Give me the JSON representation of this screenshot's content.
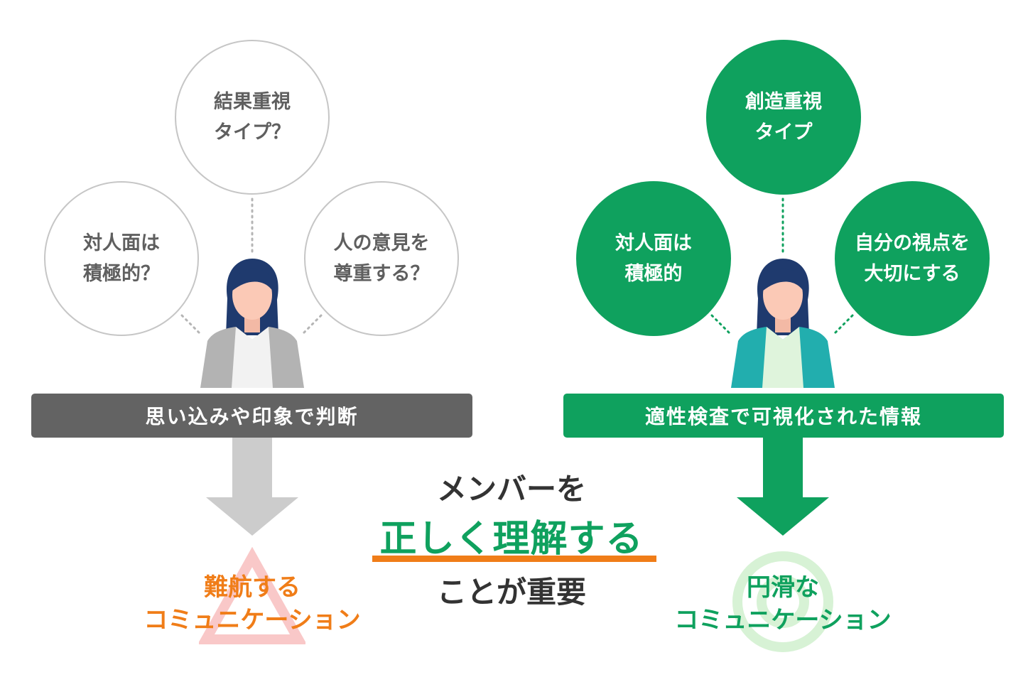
{
  "left": {
    "circles": {
      "top": [
        "結果重視",
        "タイプ？"
      ],
      "left": [
        "対人面は",
        "積極的？"
      ],
      "right": [
        "人の意見を",
        "尊重する？"
      ]
    },
    "bar_label": "思い込みや印象で判断",
    "result": [
      "難航する",
      "コミュニケーション"
    ],
    "colors": {
      "outline": "#c6c6c6",
      "text": "#5f5f5f",
      "bar": "#636363",
      "arrow": "#cccccc",
      "result": "#f07d18",
      "symbol": "#f9c8c8"
    }
  },
  "right": {
    "circles": {
      "top": [
        "創造重視",
        "タイプ"
      ],
      "left": [
        "対人面は",
        "積極的"
      ],
      "right": [
        "自分の視点を",
        "大切にする"
      ]
    },
    "bar_label": "適性検査で可視化された情報",
    "result": [
      "円滑な",
      "コミュニケーション"
    ],
    "colors": {
      "fill": "#0fa15e",
      "arrow": "#0fa15e",
      "result": "#0fa15e",
      "symbol": "#d7f2d5"
    }
  },
  "center": {
    "line1": "メンバーを",
    "highlight": "正しく理解する",
    "line3": "ことが重要",
    "colors": {
      "text": "#333333",
      "highlight": "#0fa15e",
      "underline": "#f07d18"
    }
  }
}
